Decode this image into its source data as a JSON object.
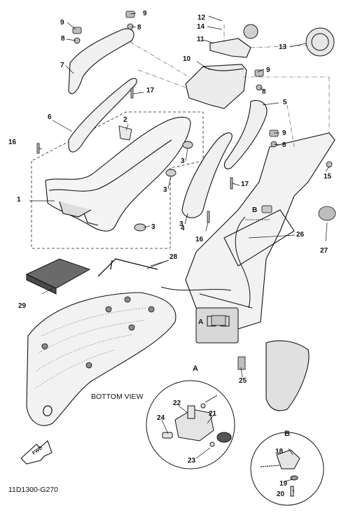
{
  "callouts": [
    "1",
    "2",
    "3",
    "3",
    "3",
    "3",
    "4",
    "5",
    "6",
    "7",
    "8",
    "8",
    "8",
    "8",
    "9",
    "9",
    "9",
    "9",
    "10",
    "11",
    "12",
    "13",
    "14",
    "15",
    "16",
    "16",
    "17",
    "17",
    "18",
    "19",
    "20",
    "21",
    "22",
    "23",
    "24",
    "25",
    "26",
    "27",
    "28",
    "29"
  ],
  "view_a_label": "A",
  "view_b_label": "B",
  "marker_a": "A",
  "marker_b": "B",
  "bottom_view_label": "BOTTOM VIEW",
  "fwd_label": "FWD",
  "drawing_code": "11D1300-G270"
}
